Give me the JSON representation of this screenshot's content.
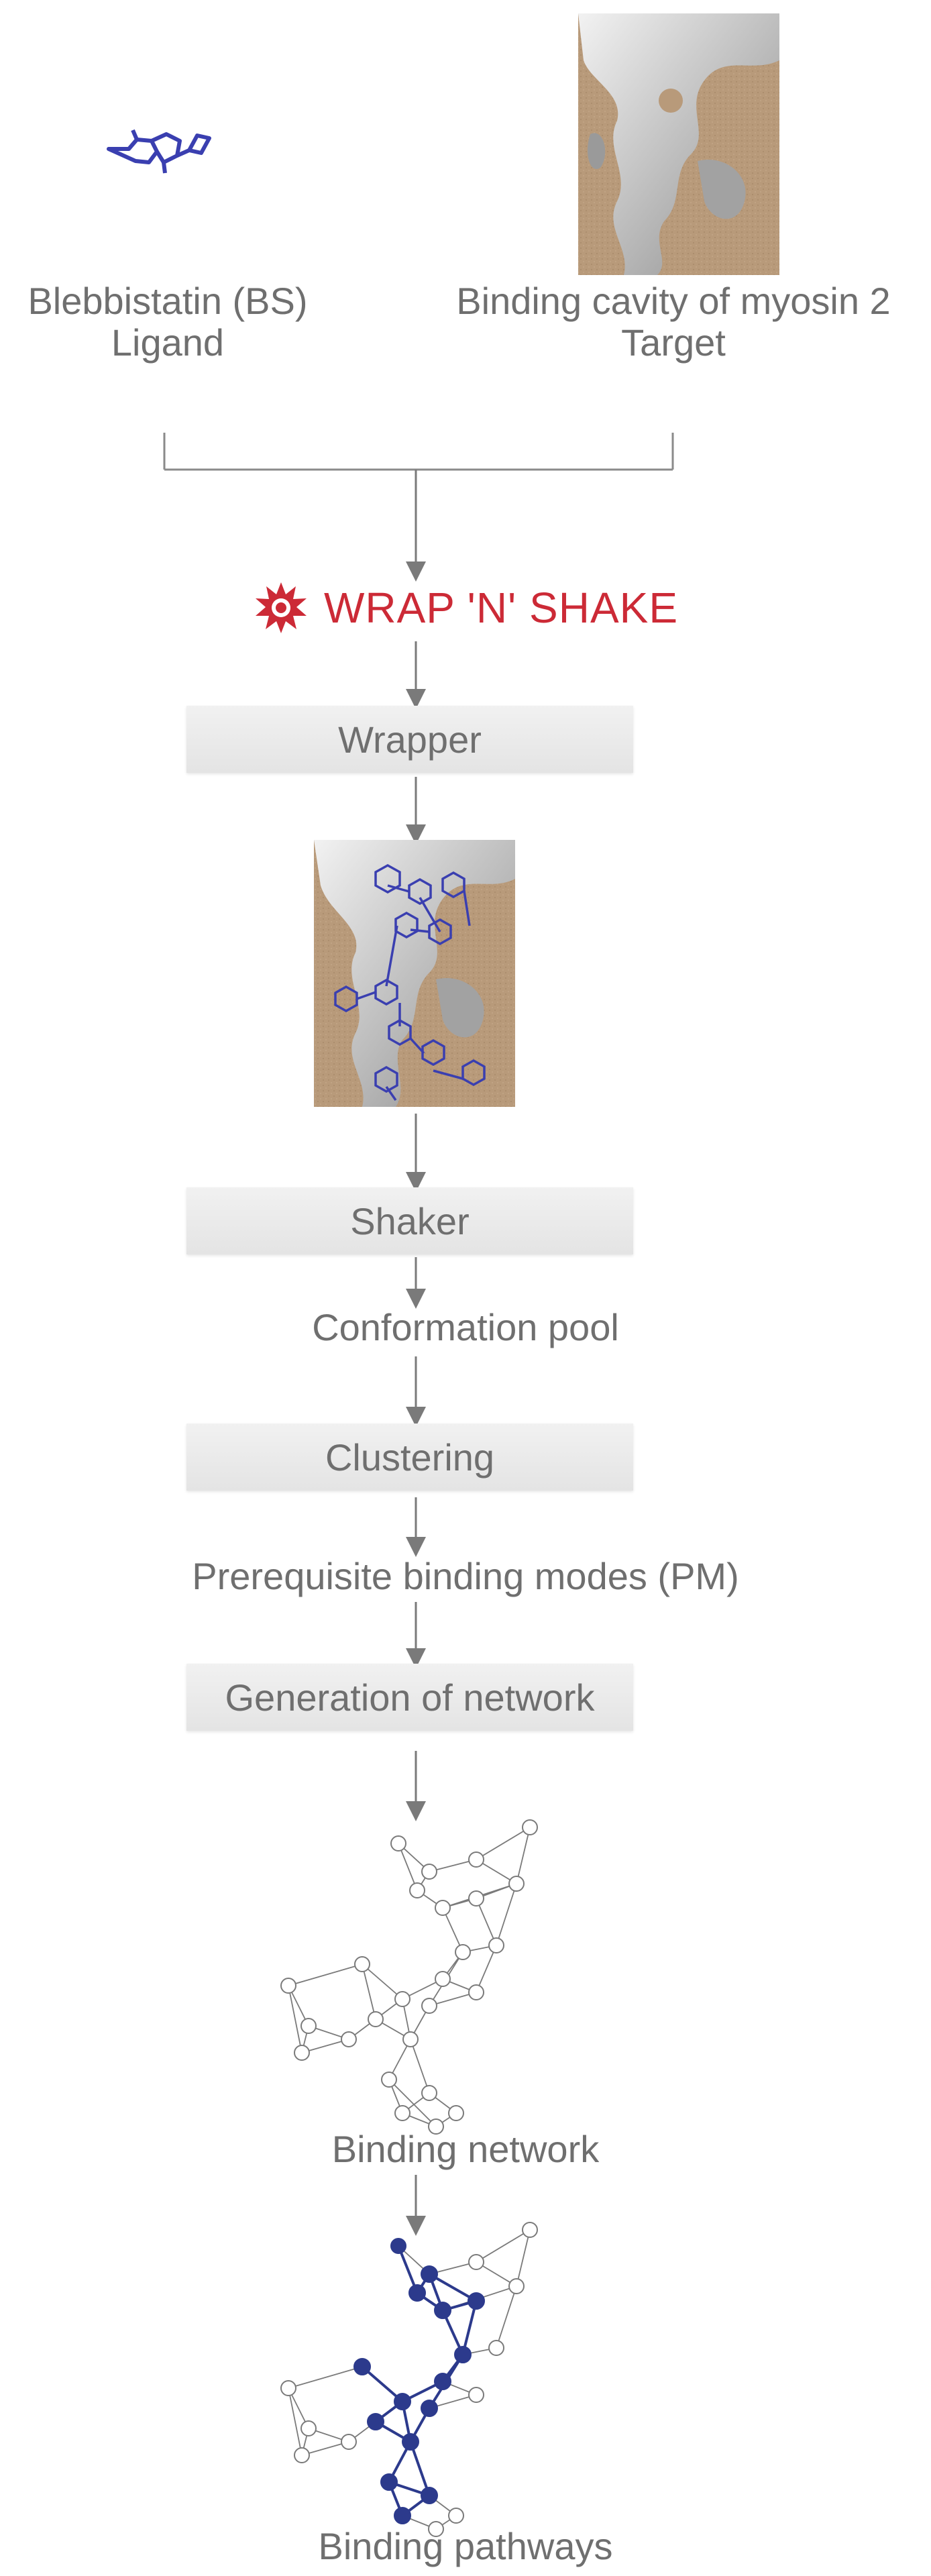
{
  "inputs": {
    "ligand": {
      "name": "Blebbistatin (BS)",
      "role": "Ligand"
    },
    "target": {
      "name": "Binding cavity of myosin 2",
      "role": "Target"
    }
  },
  "method": {
    "name": "WRAP 'N' SHAKE",
    "accent_color": "#cc2a36",
    "icon": "splat-icon"
  },
  "steps": {
    "wrapper": "Wrapper",
    "shaker": "Shaker",
    "conformation_pool": "Conformation pool",
    "clustering": "Clustering",
    "prerequisite_modes": "Prerequisite binding modes (PM)",
    "generation": "Generation of network"
  },
  "outputs": {
    "network": "Binding network",
    "pathways": "Binding pathways"
  },
  "colors": {
    "ligand": "#3a3fb0",
    "cavity": "#b89a7a",
    "surface": "#c8c8c8",
    "pathway": "#2c3a8c"
  }
}
